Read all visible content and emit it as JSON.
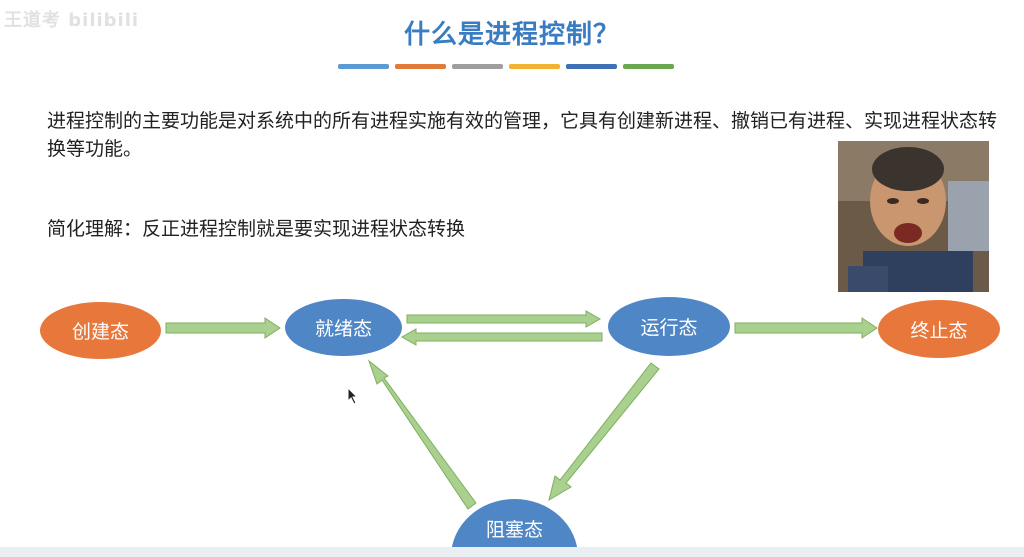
{
  "watermark": "王道考 bilibili",
  "slide": {
    "title": "什么是进程控制？",
    "accent_colors": [
      "#5b9bd5",
      "#e07b39",
      "#9e9e9e",
      "#f2b233",
      "#3f6fb5",
      "#6aa84f"
    ],
    "paragraph": "进程控制的主要功能是对系统中的所有进程实施有效的管理，它具有创建新进程、撤销已有进程、实现进程状态转换等功能。",
    "summary": "简化理解：反正进程控制就是要实现进程状态转换"
  },
  "states": {
    "created": "创建态",
    "ready": "就绪态",
    "running": "运行态",
    "terminated": "终止态",
    "blocked": "阻塞态"
  },
  "colors": {
    "title": "#3a7cc1",
    "state_orange": "#e8773b",
    "state_blue": "#4f86c6",
    "arrow_fill": "#a9d08e",
    "arrow_stroke": "#7faf5e"
  }
}
